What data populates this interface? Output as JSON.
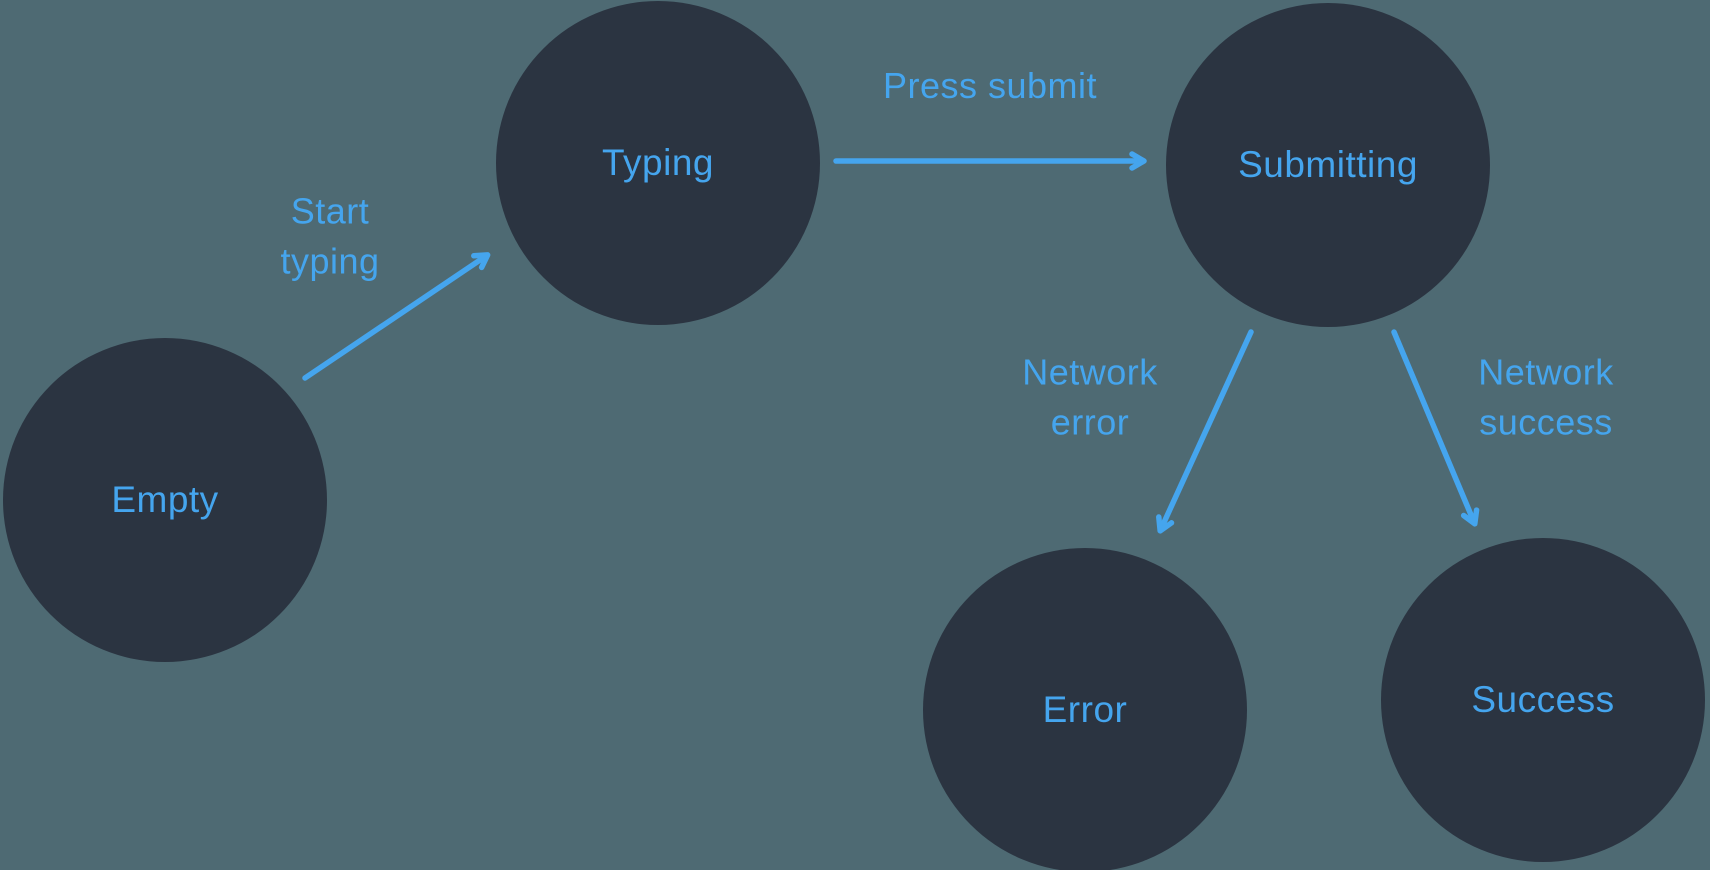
{
  "diagram": {
    "type": "state-machine",
    "colors": {
      "background": "#4E6A73",
      "node_fill": "#2B3441",
      "accent": "#45A5EE"
    },
    "states": [
      {
        "id": "empty",
        "label": "Empty"
      },
      {
        "id": "typing",
        "label": "Typing"
      },
      {
        "id": "submitting",
        "label": "Submitting"
      },
      {
        "id": "error",
        "label": "Error"
      },
      {
        "id": "success",
        "label": "Success"
      }
    ],
    "transitions": [
      {
        "id": "start-typing",
        "label": "Start typing",
        "from": "empty",
        "to": "typing"
      },
      {
        "id": "press-submit",
        "label": "Press submit",
        "from": "typing",
        "to": "submitting"
      },
      {
        "id": "network-error",
        "label": "Network error",
        "from": "submitting",
        "to": "error"
      },
      {
        "id": "network-success",
        "label": "Network success",
        "from": "submitting",
        "to": "success"
      }
    ]
  }
}
